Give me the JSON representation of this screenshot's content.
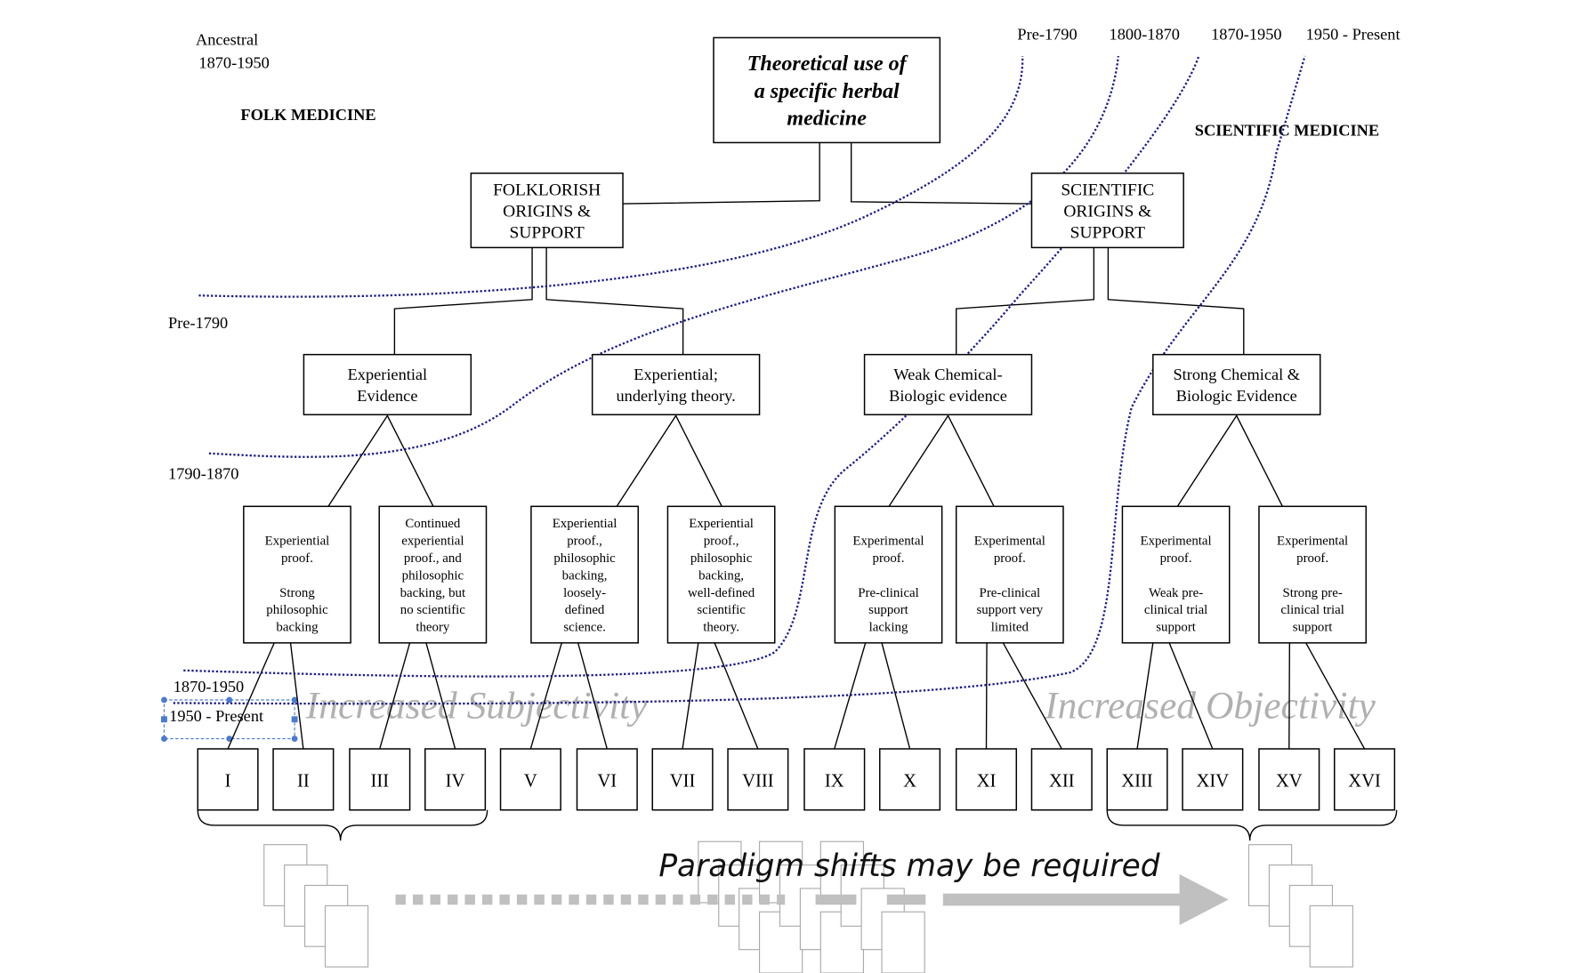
{
  "corner_labels": {
    "ancestral": "Ancestral",
    "ancestral_range": "1870-1950"
  },
  "headings": {
    "folk": "FOLK MEDICINE",
    "scientific": "SCIENTIFIC MEDICINE"
  },
  "era_labels_top": [
    "Pre-1790",
    "1800-1870",
    "1870-1950",
    "1950 - Present"
  ],
  "era_labels_left": [
    "Pre-1790",
    "1790-1870",
    "1870-1950",
    "1950 - Present"
  ],
  "root": {
    "lines": [
      "Theoretical use of",
      "a specific herbal",
      "medicine"
    ]
  },
  "level1": [
    {
      "lines": [
        "FOLKLORISH",
        "ORIGINS &",
        "SUPPORT"
      ]
    },
    {
      "lines": [
        "SCIENTIFIC",
        "ORIGINS &",
        "SUPPORT"
      ]
    }
  ],
  "level2": [
    {
      "lines": [
        "Experiential",
        "Evidence"
      ]
    },
    {
      "lines": [
        "Experiential;",
        "underlying theory."
      ]
    },
    {
      "lines": [
        "Weak Chemical-",
        "Biologic evidence"
      ]
    },
    {
      "lines": [
        "Strong Chemical &",
        "Biologic Evidence"
      ]
    }
  ],
  "level3": [
    {
      "lines": [
        "",
        "Experiential",
        "proof.",
        "",
        "Strong",
        "philosophic",
        "backing"
      ]
    },
    {
      "lines": [
        "Continued",
        "experiential",
        "proof., and",
        "philosophic",
        "backing, but",
        "no scientific",
        "theory"
      ]
    },
    {
      "lines": [
        "Experiential",
        "proof.,",
        "philosophic",
        "backing,",
        "loosely-",
        "defined",
        "science."
      ]
    },
    {
      "lines": [
        "Experiential",
        "proof.,",
        "philosophic",
        "backing,",
        "well-defined",
        "scientific",
        "theory."
      ]
    },
    {
      "lines": [
        "",
        "Experimental",
        "proof.",
        "",
        "Pre-clinical",
        "support",
        "lacking"
      ]
    },
    {
      "lines": [
        "",
        "Experimental",
        "proof.",
        "",
        "Pre-clinical",
        "support very",
        "limited"
      ]
    },
    {
      "lines": [
        "",
        "Experimental",
        "proof.",
        "",
        "Weak pre-",
        "clinical trial",
        "support"
      ]
    },
    {
      "lines": [
        "",
        "Experimental",
        "proof.",
        "",
        "Strong pre-",
        "clinical trial",
        "support"
      ]
    }
  ],
  "level4": [
    "I",
    "II",
    "III",
    "IV",
    "V",
    "VI",
    "VII",
    "VIII",
    "IX",
    "X",
    "XI",
    "XII",
    "XIII",
    "XIV",
    "XV",
    "XVI"
  ],
  "watermarks": {
    "left": "Increased Subjectivity",
    "right": "Increased Objectivity"
  },
  "arrow_caption": "Paradigm shifts may be required",
  "colors": {
    "timeline_dots": "#1a1a8c",
    "arrow": "#c0c0c0",
    "watermark": "#b0b0b0"
  }
}
